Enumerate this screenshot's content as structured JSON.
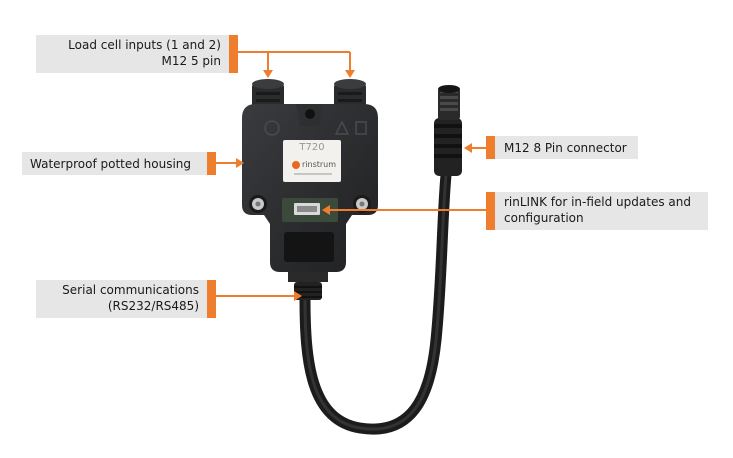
{
  "colors": {
    "accent": "#ee7d2d",
    "callout_bg": "#e6e6e6",
    "device_body": "#2b2c2e",
    "label_plate": "#f3f1ee",
    "brand": "#e86a1c"
  },
  "device": {
    "model": "T720",
    "brand": "rinstrum"
  },
  "callouts": {
    "load_cell_line1": "Load cell inputs (1 and 2)",
    "load_cell_line2": "M12 5 pin",
    "housing": "Waterproof potted housing",
    "serial_line1": "Serial communications",
    "serial_line2": "(RS232/RS485)",
    "m12_connector": "M12 8 Pin connector",
    "rinlink_line1": "rinLINK for in-field updates and",
    "rinlink_line2": "configuration"
  }
}
